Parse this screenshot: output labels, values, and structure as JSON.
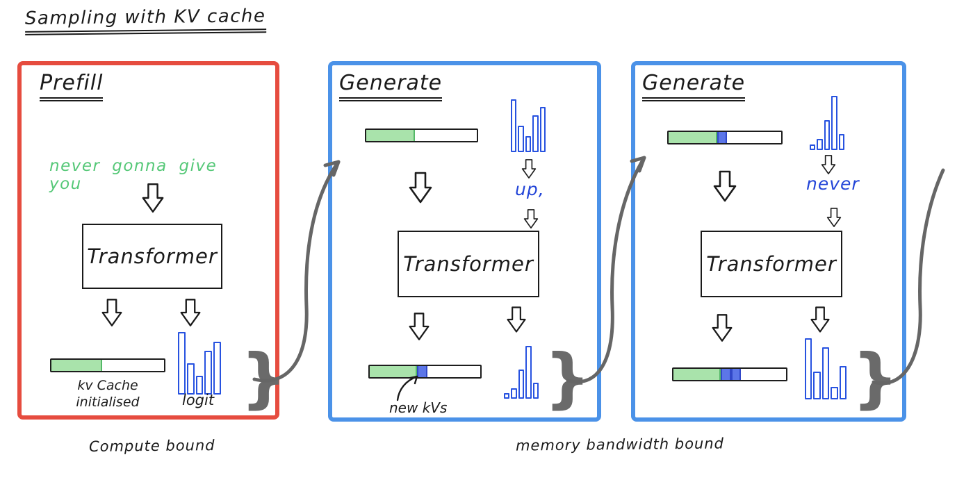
{
  "title": "Sampling with KV cache",
  "captions": {
    "compute": "Compute bound",
    "memory": "memory bandwidth bound"
  },
  "brace_glyph": "}",
  "colors": {
    "red_border": "#e64c3f",
    "blue_border": "#4b92e8",
    "green_fill": "#a9e3ab",
    "green_edge": "#55b868",
    "blue_fill": "#5c76e8",
    "blue_edge": "#3148c8",
    "hist_stroke": "#2752e0",
    "green_text": "#56c878",
    "blue_text": "#2446d8",
    "ink": "#1a1a1a",
    "gray": "#6a6a6a"
  },
  "histograms": {
    "step1_logits": [
      100,
      50,
      30,
      70,
      85
    ],
    "step2_logits": [
      10,
      20,
      55,
      100,
      30
    ],
    "step3_logits": [
      100,
      45,
      85,
      20,
      55
    ]
  },
  "kv_bars": {
    "prefill_out": [
      {
        "c": "green",
        "w": 45
      },
      {
        "c": "empty",
        "w": 55
      }
    ],
    "gen1_in": [
      {
        "c": "green",
        "w": 44
      },
      {
        "c": "empty",
        "w": 56
      }
    ],
    "gen1_out": [
      {
        "c": "green",
        "w": 43
      },
      {
        "c": "blue",
        "w": 9
      },
      {
        "c": "empty",
        "w": 48
      }
    ],
    "gen2_in": [
      {
        "c": "green",
        "w": 43
      },
      {
        "c": "blue",
        "w": 9
      },
      {
        "c": "empty",
        "w": 48
      }
    ],
    "gen2_out": [
      {
        "c": "green",
        "w": 42
      },
      {
        "c": "blue",
        "w": 9
      },
      {
        "c": "blue",
        "w": 9
      },
      {
        "c": "empty",
        "w": 40
      }
    ]
  },
  "panels": [
    {
      "heading": "Prefill",
      "box_label": "Transformer",
      "input_text": "never gonna give you",
      "kv_label_line1": "kv Cache",
      "kv_label_line2": "initialised",
      "logit_label": "logit"
    },
    {
      "heading": "Generate",
      "box_label": "Transformer",
      "token": "up,",
      "new_kv_label": "new kVs"
    },
    {
      "heading": "Generate",
      "box_label": "Transformer",
      "token": "never"
    }
  ]
}
